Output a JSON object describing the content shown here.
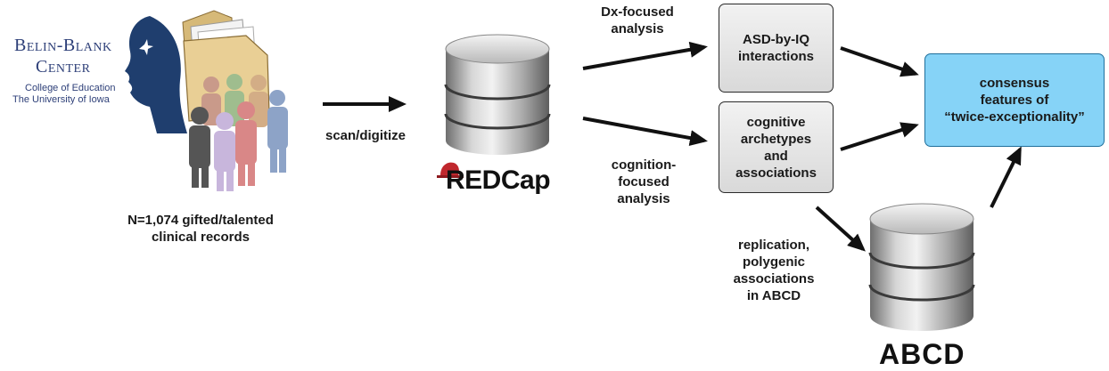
{
  "logo": {
    "title_line1": "Belin-Blank",
    "title_line2": "Center",
    "subtitle_line1": "College of Education",
    "subtitle_line2": "The University of Iowa"
  },
  "records_label": "N=1,074 gifted/talented\nclinical records",
  "scan_label": "scan/digitize",
  "redcap_label": "REDCap",
  "dx_label": "Dx-focused\nanalysis",
  "cognition_label": "cognition-\nfocused\nanalysis",
  "box_asd": "ASD-by-IQ\ninteractions",
  "box_cognitive": "cognitive\narchetypes\nand\nassociations",
  "box_consensus": "consensus\nfeatures of\n“twice-exceptionality”",
  "replication_label": "replication,\npolygenic\nassociations\nin ABCD",
  "abcd_label": "ABCD",
  "colors": {
    "folder": "#e9cf95",
    "silhouette": "#1f3e6e",
    "consensus_fill": "#86d3f7",
    "box_fill": "#e2e2e2",
    "cylinder": "#9a9a9a"
  },
  "icons": [
    "folder-icon",
    "silhouette-icon",
    "people-icon",
    "database-icon",
    "redcap-hat-icon"
  ]
}
